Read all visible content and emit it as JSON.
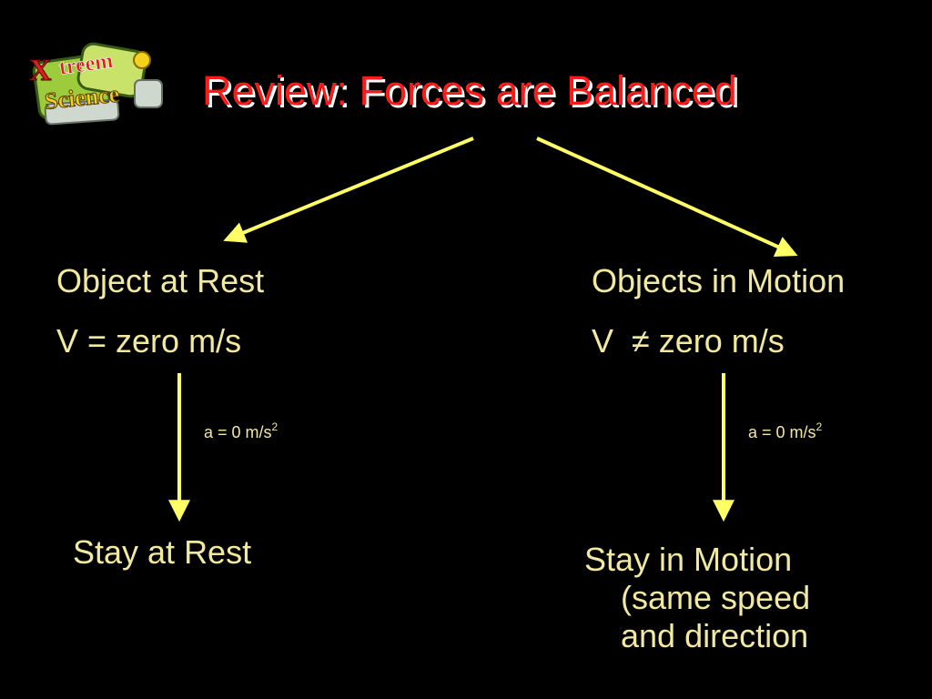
{
  "title": "Review: Forces are Balanced",
  "logo": {
    "line1": "treem",
    "line2": "Science",
    "mark": "X"
  },
  "left": {
    "heading": "Object at Rest",
    "velocity": "V = zero m/s",
    "accel_text": "a = 0 m/s",
    "accel_sup": "2",
    "outcome": "Stay at Rest"
  },
  "right": {
    "heading": "Objects in Motion",
    "velocity": "V  ≠ zero m/s",
    "accel_text": "a = 0 m/s",
    "accel_sup": "2",
    "outcome_lines": [
      "Stay in Motion",
      "(same speed",
      "and direction"
    ]
  },
  "colors": {
    "background": "#000000",
    "text": "#f2e9a0",
    "title": "#ff1a1a",
    "title_shadow": "#ffffff",
    "arrow": "#ffff66",
    "logo_green": "#9ccc3c",
    "logo_red": "#d8201e",
    "logo_yellow": "#f2d21b"
  }
}
